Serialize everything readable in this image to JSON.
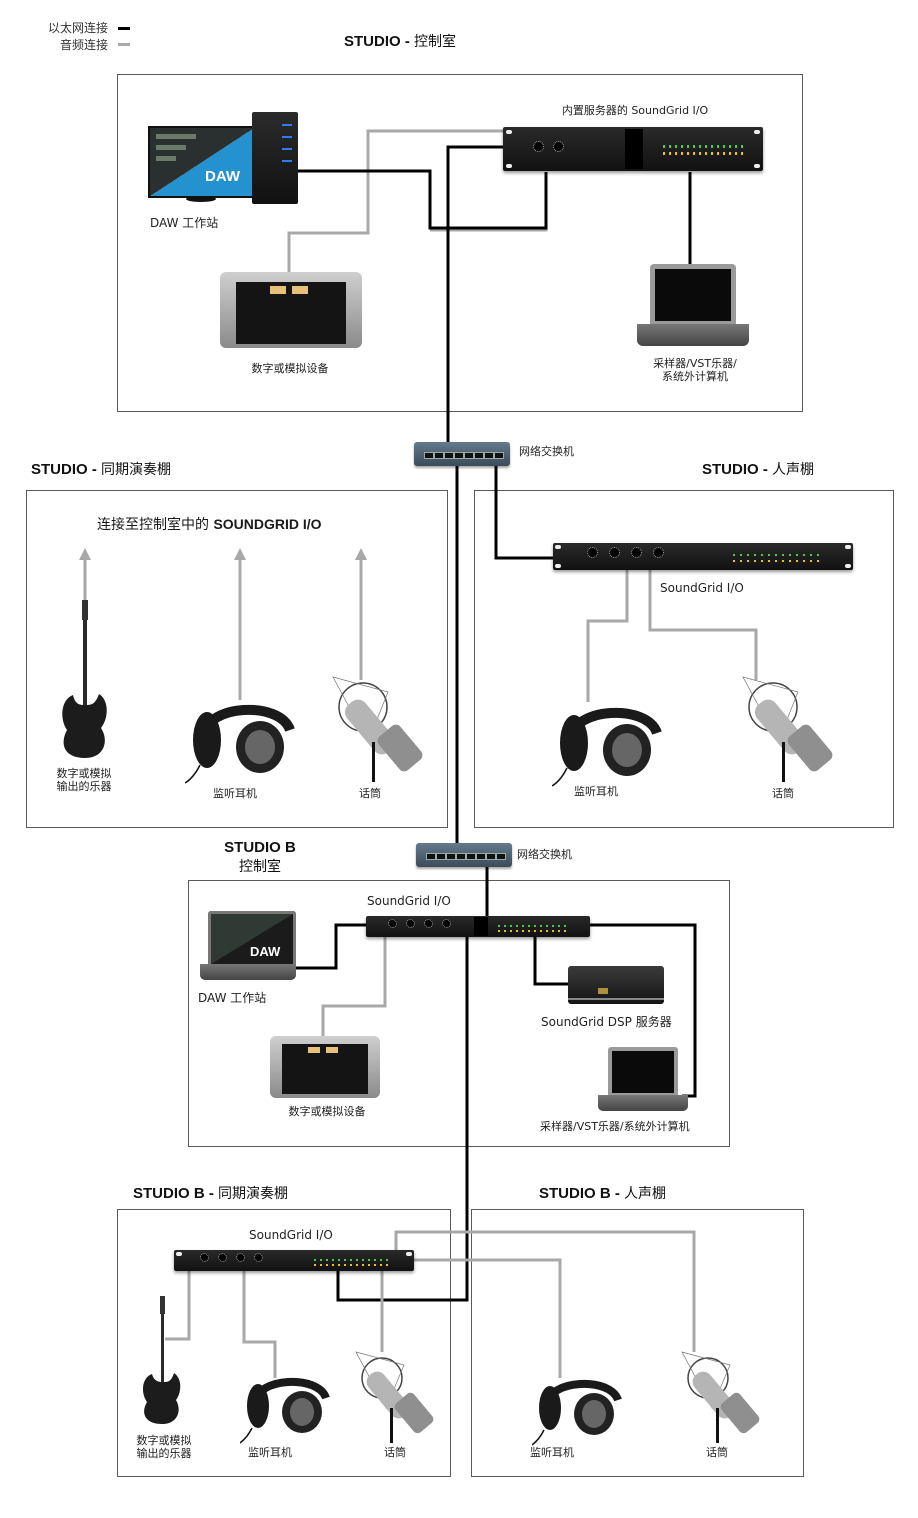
{
  "legend": {
    "items": [
      {
        "label": "以太网连接",
        "color": "#000000",
        "type": "ethernet"
      },
      {
        "label": "音频连接",
        "color": "#aaaaaa",
        "type": "audio"
      }
    ]
  },
  "colors": {
    "ethernet": "#000000",
    "audio": "#a8a8a8",
    "box_border": "#5a5a5a",
    "switch_blue": "#4f6375",
    "daw_blue": "#2592d0"
  },
  "sections": {
    "control_room": {
      "title_en": "STUDIO - ",
      "title_zh": "控制室",
      "server_io_label": "内置服务器的 SoundGrid I/O",
      "daw_badge": "DAW",
      "daw_label": "DAW 工作站",
      "gear_label": "数字或模拟设备",
      "laptop_label_line1": "采样器/VST乐器/",
      "laptop_label_line2": "系统外计算机"
    },
    "switch_1": {
      "label": "网络交换机"
    },
    "live_room": {
      "title_en": "STUDIO - ",
      "title_zh": "同期演奏棚",
      "subtitle_zh": "连接至控制室中的 ",
      "subtitle_en": "SOUNDGRID I/O",
      "guitar_label_line1": "数字或模拟",
      "guitar_label_line2": "输出的乐器",
      "headphones_label": "监听耳机",
      "mic_label": "话筒"
    },
    "vocal_booth": {
      "title_en": "STUDIO - ",
      "title_zh": "人声棚",
      "io_label": "SoundGrid I/O",
      "headphones_label": "监听耳机",
      "mic_label": "话筒"
    },
    "switch_2": {
      "label": "网络交换机"
    },
    "studio_b_control": {
      "title_line1": "STUDIO B",
      "title_line2": "控制室",
      "io_label": "SoundGrid I/O",
      "daw_badge": "DAW",
      "daw_label": "DAW 工作站",
      "gear_label": "数字或模拟设备",
      "dsp_label": "SoundGrid DSP 服务器",
      "laptop_label": "采样器/VST乐器/系统外计算机"
    },
    "studio_b_live": {
      "title_en": "STUDIO B - ",
      "title_zh": "同期演奏棚",
      "io_label": "SoundGrid I/O",
      "guitar_label_line1": "数字或模拟",
      "guitar_label_line2": "输出的乐器",
      "headphones_label": "监听耳机",
      "mic_label": "话筒"
    },
    "studio_b_vocal": {
      "title_en": "STUDIO B - ",
      "title_zh": "人声棚",
      "headphones_label": "监听耳机",
      "mic_label": "话筒"
    }
  }
}
